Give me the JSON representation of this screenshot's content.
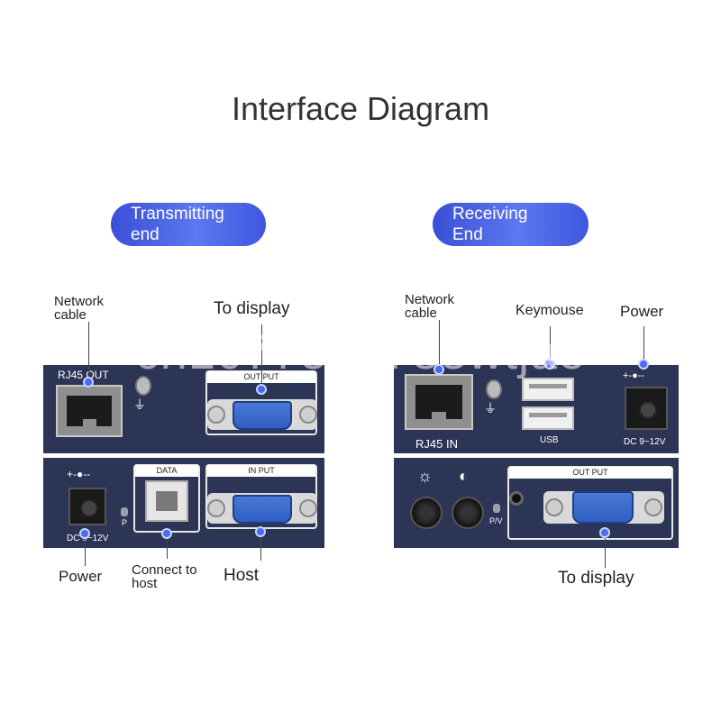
{
  "title": "Interface Diagram",
  "watermark": "cn1077554783wtjae",
  "transmitter": {
    "badge": [
      "Transmitting",
      "end"
    ],
    "labels": {
      "network_cable": [
        "Network",
        "cable"
      ],
      "to_display": "To display",
      "power": "Power",
      "connect_to_host": [
        "Connect to",
        "host"
      ],
      "host": "Host"
    },
    "panel": {
      "rj45": "RJ45 OUT",
      "output": "OUT PUT",
      "data": "DATA",
      "input": "IN PUT",
      "dc": "DC 9~12V",
      "led": "P",
      "polarity": "+-●--"
    }
  },
  "receiver": {
    "badge": [
      "Receiving",
      "End"
    ],
    "labels": {
      "network_cable": [
        "Network",
        "cable"
      ],
      "keymouse": "Keymouse",
      "power": "Power",
      "to_display": "To display"
    },
    "panel": {
      "rj45": "RJ45 IN",
      "usb": "USB",
      "dc": "DC 9~12V",
      "output": "OUT PUT",
      "led": "P/V",
      "polarity": "+-●--"
    }
  },
  "colors": {
    "panel": "#2d3556",
    "badge": "#4a63e6",
    "vga": "#3b6bd0",
    "dot": "#4a6af0"
  }
}
